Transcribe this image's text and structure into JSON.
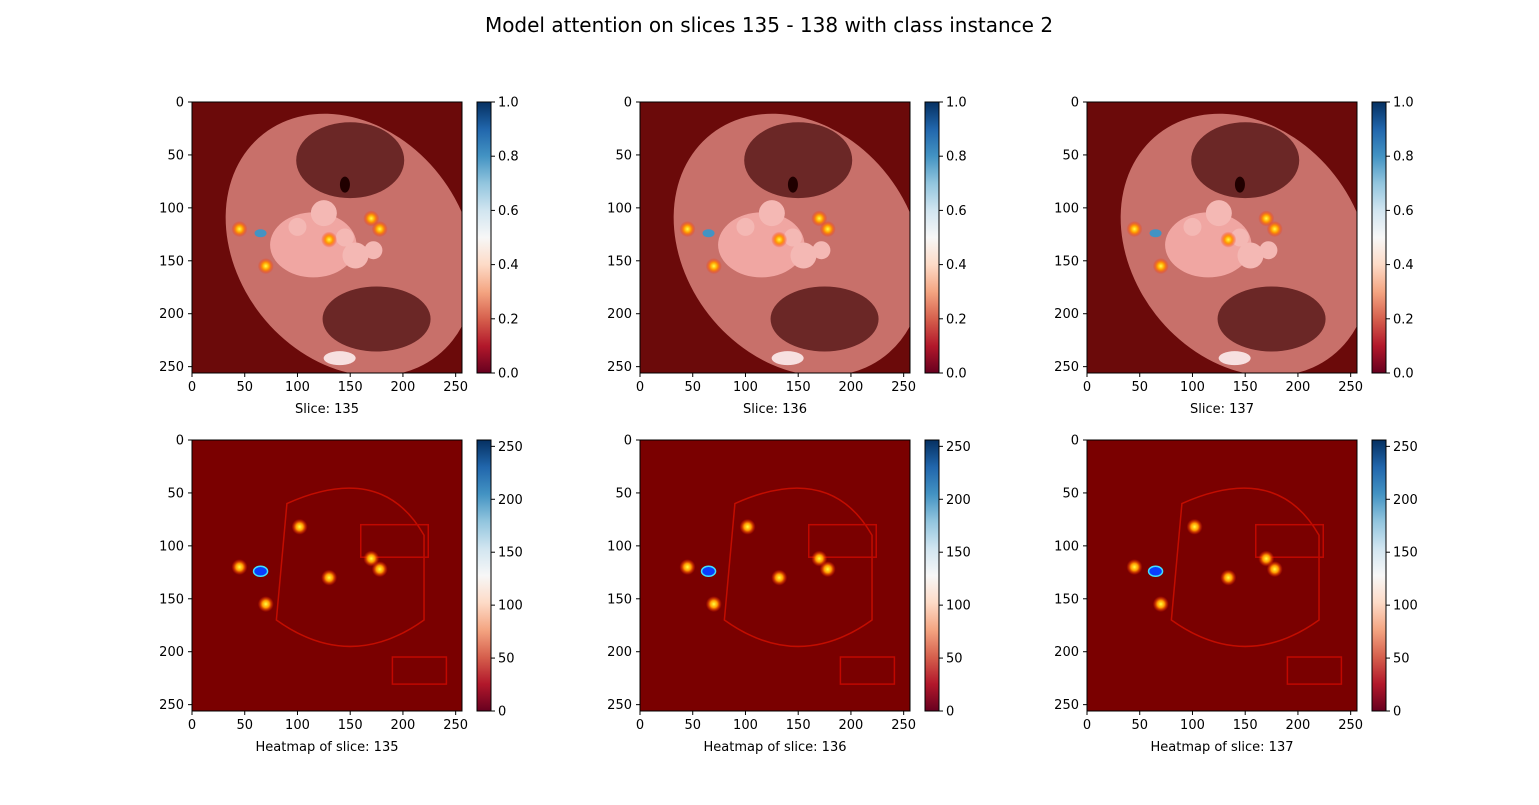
{
  "figure": {
    "title": "Model attention on slices 135 - 138 with class instance 2"
  },
  "colormaps": {
    "overlay": [
      "#67001f",
      "#b2182b",
      "#d6604d",
      "#f4a582",
      "#fddbc7",
      "#f7f7f7",
      "#d1e5f0",
      "#92c5de",
      "#4393c3",
      "#2166ac",
      "#053061"
    ],
    "heatmap_fill": "#7a0000",
    "heatmap_glow": [
      "#ff2000",
      "#ff9a00",
      "#ffff40"
    ],
    "hotspot": "#0a3cff",
    "tissue": "#f0a6a2",
    "lung": "#5a1a1a"
  },
  "chart_data": [
    {
      "type": "heatmap",
      "panel": "overlay",
      "slice": 135,
      "xlabel": "Slice: 135",
      "xticks": [
        0,
        50,
        100,
        150,
        200,
        250
      ],
      "yticks": [
        0,
        50,
        100,
        150,
        200,
        250
      ],
      "xlim": [
        0,
        256
      ],
      "ylim": [
        256,
        0
      ],
      "colorbar": {
        "ticks": [
          "0.0",
          "0.2",
          "0.4",
          "0.6",
          "0.8",
          "1.0"
        ],
        "range": [
          0.0,
          1.0
        ]
      }
    },
    {
      "type": "heatmap",
      "panel": "overlay",
      "slice": 136,
      "xlabel": "Slice: 136",
      "xticks": [
        0,
        50,
        100,
        150,
        200,
        250
      ],
      "yticks": [
        0,
        50,
        100,
        150,
        200,
        250
      ],
      "xlim": [
        0,
        256
      ],
      "ylim": [
        256,
        0
      ],
      "colorbar": {
        "ticks": [
          "0.0",
          "0.2",
          "0.4",
          "0.6",
          "0.8",
          "1.0"
        ],
        "range": [
          0.0,
          1.0
        ]
      }
    },
    {
      "type": "heatmap",
      "panel": "overlay",
      "slice": 137,
      "xlabel": "Slice: 137",
      "xticks": [
        0,
        50,
        100,
        150,
        200,
        250
      ],
      "yticks": [
        0,
        50,
        100,
        150,
        200,
        250
      ],
      "xlim": [
        0,
        256
      ],
      "ylim": [
        256,
        0
      ],
      "colorbar": {
        "ticks": [
          "0.0",
          "0.2",
          "0.4",
          "0.6",
          "0.8",
          "1.0"
        ],
        "range": [
          0.0,
          1.0
        ]
      }
    },
    {
      "type": "heatmap",
      "panel": "heatmap",
      "slice": 135,
      "xlabel": "Heatmap of slice: 135",
      "xticks": [
        0,
        50,
        100,
        150,
        200,
        250
      ],
      "yticks": [
        0,
        50,
        100,
        150,
        200,
        250
      ],
      "xlim": [
        0,
        256
      ],
      "ylim": [
        256,
        0
      ],
      "colorbar": {
        "ticks": [
          "0",
          "50",
          "100",
          "150",
          "200",
          "250"
        ],
        "range": [
          0,
          256
        ]
      }
    },
    {
      "type": "heatmap",
      "panel": "heatmap",
      "slice": 136,
      "xlabel": "Heatmap of slice: 136",
      "xticks": [
        0,
        50,
        100,
        150,
        200,
        250
      ],
      "yticks": [
        0,
        50,
        100,
        150,
        200,
        250
      ],
      "xlim": [
        0,
        256
      ],
      "ylim": [
        256,
        0
      ],
      "colorbar": {
        "ticks": [
          "0",
          "50",
          "100",
          "150",
          "200",
          "250"
        ],
        "range": [
          0,
          256
        ]
      }
    },
    {
      "type": "heatmap",
      "panel": "heatmap",
      "slice": 137,
      "xlabel": "Heatmap of slice: 137",
      "xticks": [
        0,
        50,
        100,
        150,
        200,
        250
      ],
      "yticks": [
        0,
        50,
        100,
        150,
        200,
        250
      ],
      "xlim": [
        0,
        256
      ],
      "ylim": [
        256,
        0
      ],
      "colorbar": {
        "ticks": [
          "0",
          "50",
          "100",
          "150",
          "200",
          "250"
        ],
        "range": [
          0,
          256
        ]
      }
    }
  ]
}
